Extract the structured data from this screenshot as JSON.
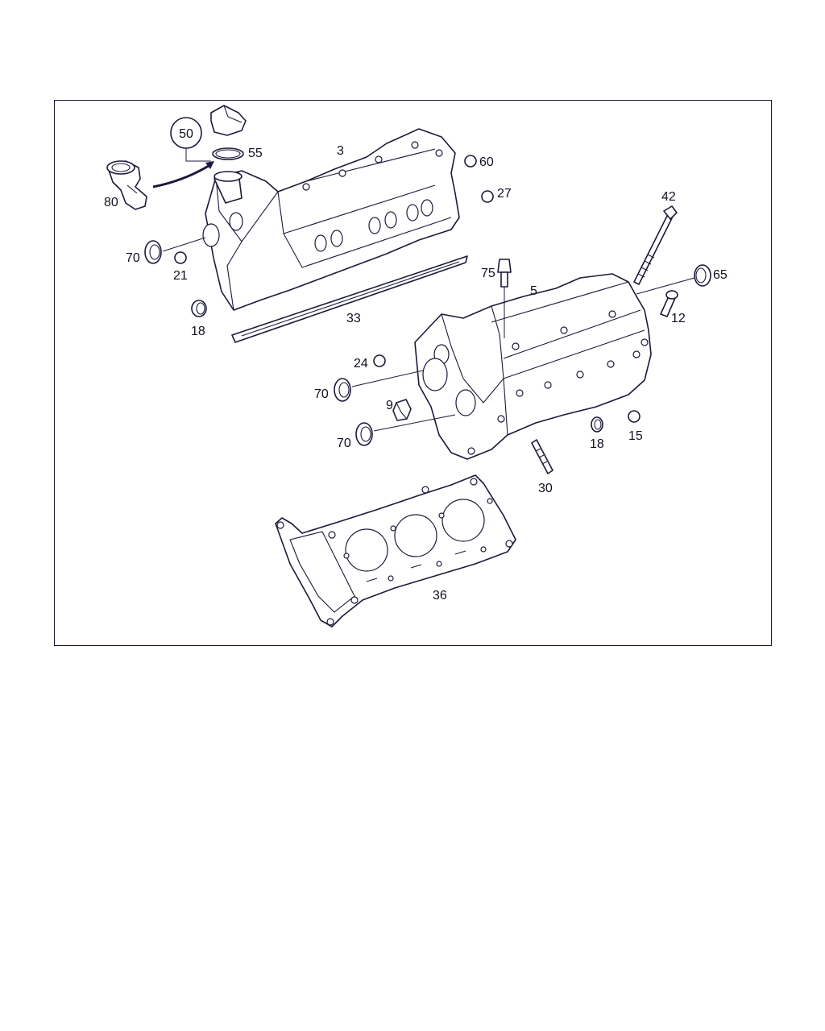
{
  "diagram": {
    "callouts": {
      "c3": "3",
      "c5": "5",
      "c9": "9",
      "c12": "12",
      "c15": "15",
      "c18a": "18",
      "c18b": "18",
      "c21": "21",
      "c24": "24",
      "c27": "27",
      "c30": "30",
      "c33": "33",
      "c36": "36",
      "c42": "42",
      "c50": "50",
      "c55": "55",
      "c60": "60",
      "c65": "65",
      "c70a": "70",
      "c70b": "70",
      "c70c": "70",
      "c75": "75",
      "c80": "80"
    },
    "colors": {
      "line": "#1a1a3a",
      "background": "#ffffff"
    }
  }
}
